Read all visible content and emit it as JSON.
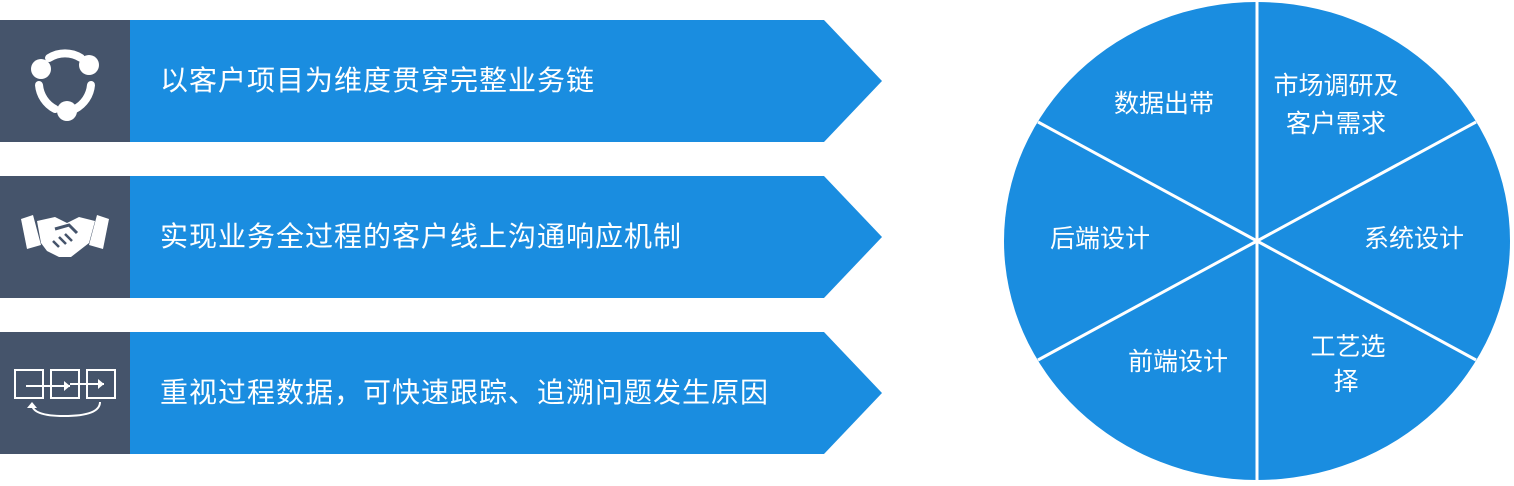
{
  "rows": [
    {
      "text": "以客户项目为维度贯穿完整业务链",
      "icon": "cycle-icon"
    },
    {
      "text": "实现业务全过程的客户线上沟通响应机制",
      "icon": "handshake-icon"
    },
    {
      "text": "重视过程数据，可快速跟踪、追溯问题发生原因",
      "icon": "process-flow-icon"
    }
  ],
  "wheel": {
    "segments": [
      {
        "line1": "市场调研及",
        "line2": "客户需求"
      },
      {
        "line1": "系统设计",
        "line2": ""
      },
      {
        "line1": "工艺选",
        "line2": "择"
      },
      {
        "line1": "前端设计",
        "line2": ""
      },
      {
        "line1": "后端设计",
        "line2": ""
      },
      {
        "line1": "数据出带",
        "line2": ""
      }
    ]
  },
  "colors": {
    "banner": "#1a8de0",
    "icon_bg": "#45546b",
    "wheel": "#1a8de0",
    "divider": "#ffffff"
  }
}
